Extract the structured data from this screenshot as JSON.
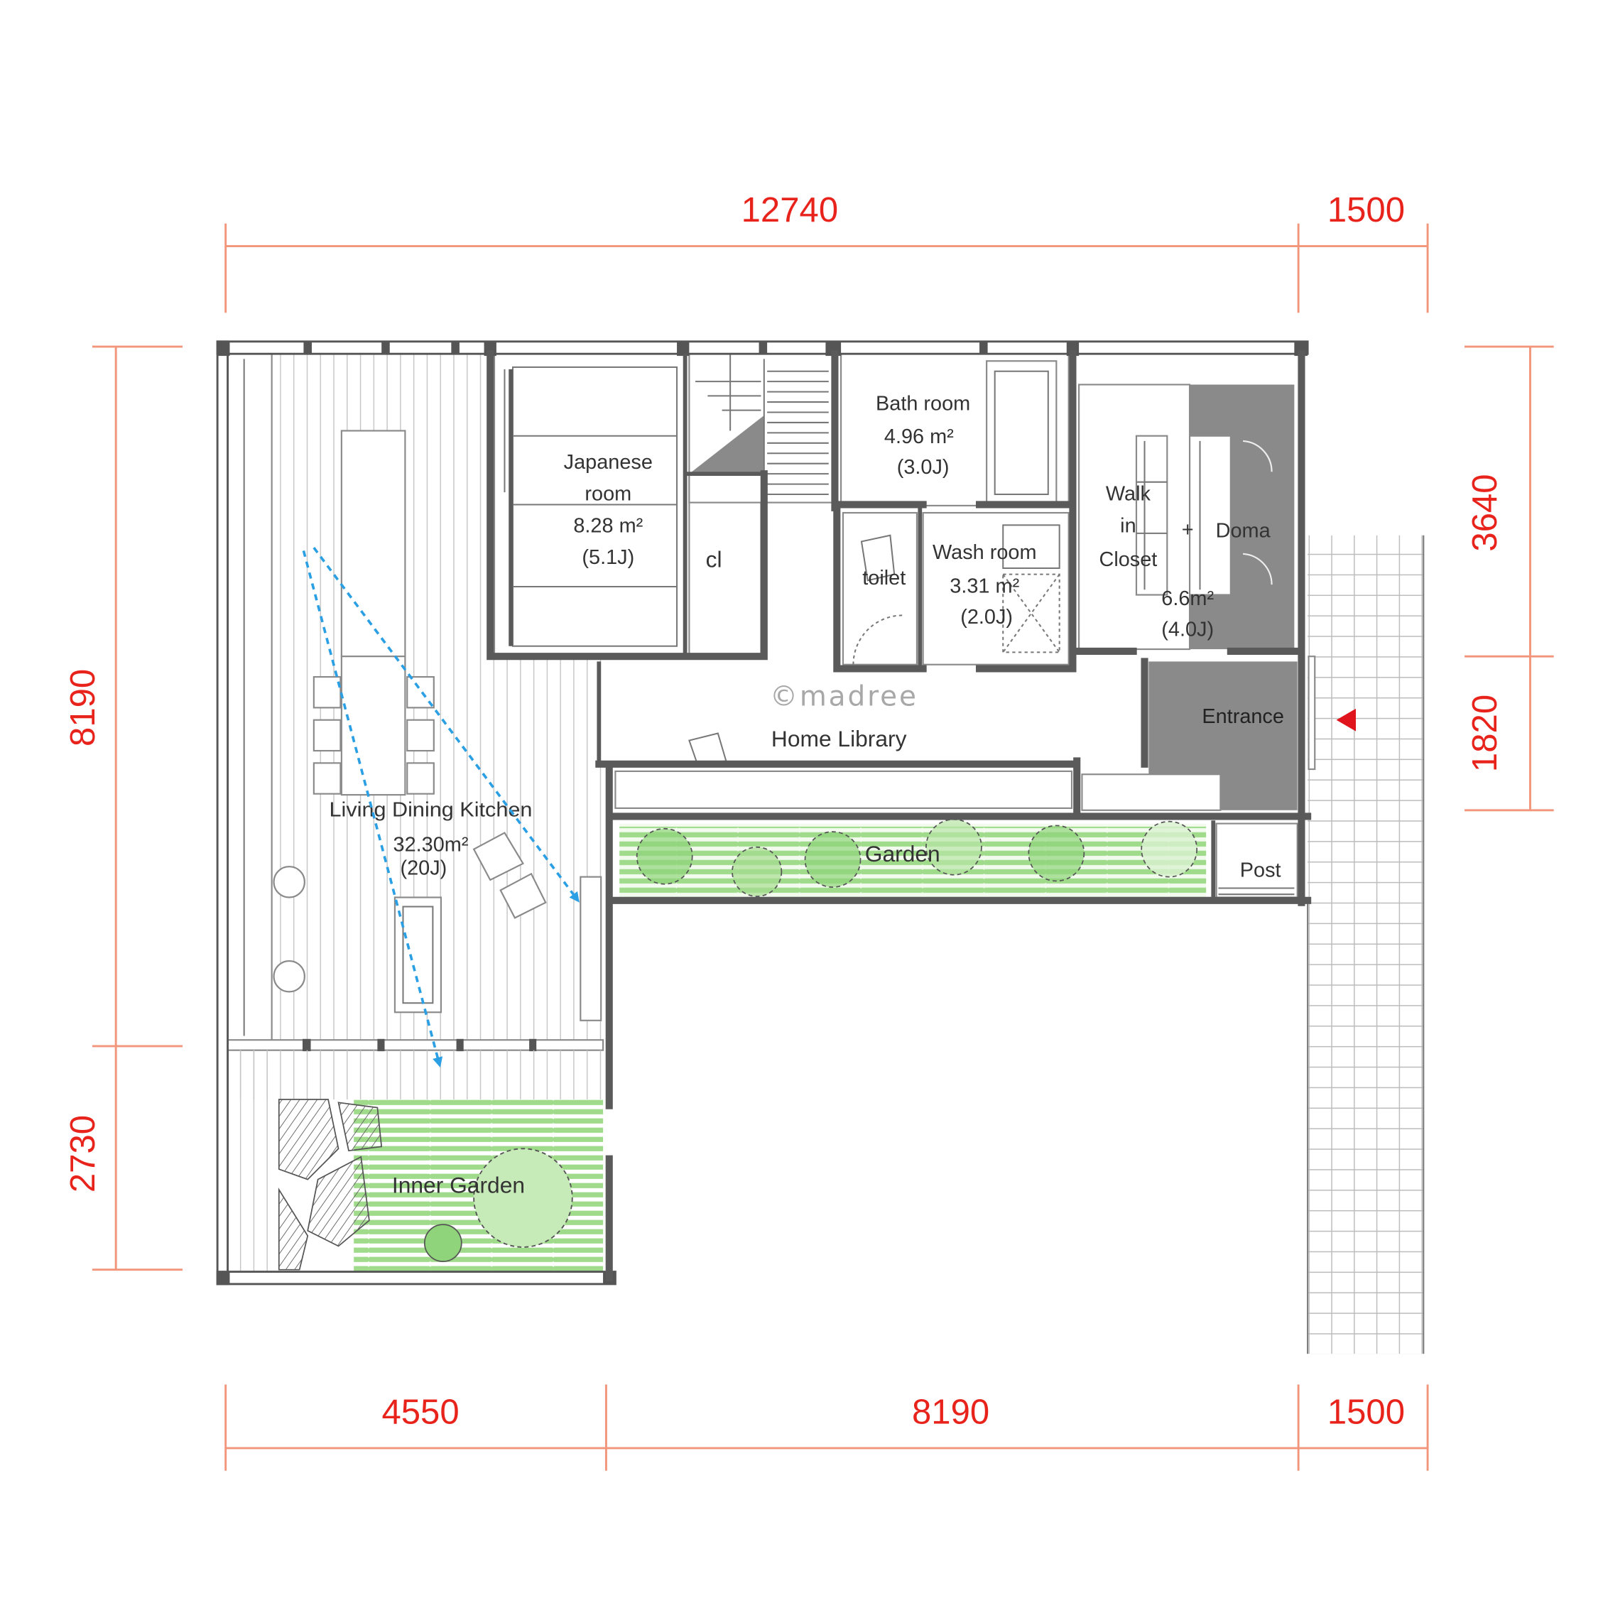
{
  "watermark": "©madree",
  "dimensions": {
    "top": {
      "overall": "12740",
      "right": "1500"
    },
    "bottom": {
      "left": "4550",
      "middle": "8190",
      "right": "1500"
    },
    "left": {
      "upper": "8190",
      "lower": "2730"
    },
    "right": {
      "upper": "3640",
      "lower": "1820"
    }
  },
  "rooms": {
    "japanese": {
      "line1": "Japanese",
      "line2": "room",
      "area": "8.28 m²",
      "tatami": "(5.1J)"
    },
    "closet": {
      "label": "cl"
    },
    "bath": {
      "name": "Bath room",
      "area": "4.96 m²",
      "tatami": "(3.0J)"
    },
    "toilet": {
      "label": "toilet"
    },
    "wash": {
      "name": "Wash room",
      "area": "3.31 m²",
      "tatami": "(2.0J)"
    },
    "walk_in": {
      "line1": "Walk",
      "line2": "in",
      "line3": "Closet",
      "plus": "+",
      "doma": "Doma",
      "area": "6.6m²",
      "tatami": "(4.0J)"
    },
    "library": {
      "name": "Home Library"
    },
    "entrance": {
      "name": "Entrance"
    },
    "ldk": {
      "name": "Living Dining Kitchen",
      "area": "32.30m²",
      "tatami": "(20J)"
    },
    "garden": {
      "name": "Garden"
    },
    "post": {
      "name": "Post"
    },
    "inner_garden": {
      "name": "Inner Garden"
    }
  },
  "colors": {
    "dimension_text": "#e8231b",
    "dimension_line": "#f2957a",
    "flow_arrow": "#2b9fe3",
    "entrance_arrow": "#e0141c",
    "garden_green": "#8fd47a",
    "floor_gray": "#8a8a8a"
  }
}
